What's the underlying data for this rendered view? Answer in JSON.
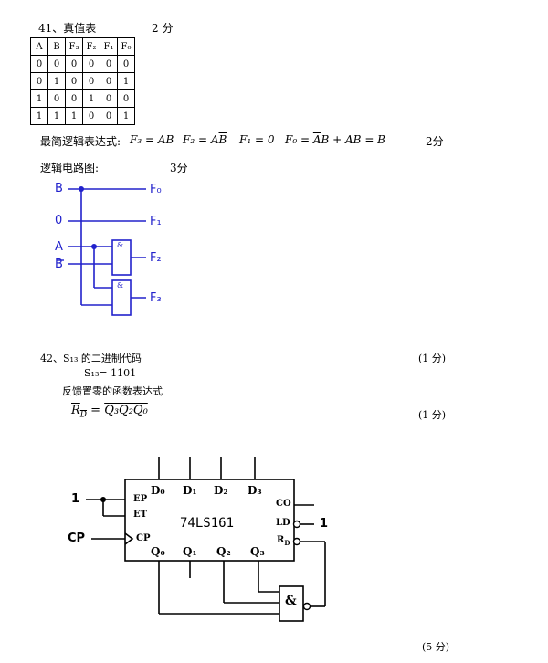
{
  "q41": {
    "title": "41、真值表",
    "score": "2 分",
    "table": {
      "headers": [
        "A",
        "B",
        "F₃",
        "F₂",
        "F₁",
        "F₀"
      ],
      "rows": [
        [
          "0",
          "0",
          "0",
          "0",
          "0",
          "0"
        ],
        [
          "0",
          "1",
          "0",
          "0",
          "0",
          "1"
        ],
        [
          "1",
          "0",
          "0",
          "1",
          "0",
          "0"
        ],
        [
          "1",
          "1",
          "1",
          "0",
          "0",
          "1"
        ]
      ]
    },
    "expr_label": "最简逻辑表达式:",
    "expr_f3": "F₃ = AB",
    "expr_f2_left": "F₂ = A",
    "expr_f2_over": "B",
    "expr_f1": "F₁ = 0",
    "expr_f0_left": "F₀ =",
    "expr_f0_over": "A",
    "expr_f0_right": "B + AB = B",
    "expr_score": "2分",
    "circuit_label": "逻辑电路图:",
    "circuit_score": "3分",
    "circuit": {
      "in_b": "B",
      "in_0": "0",
      "in_a": "A",
      "in_bbar": "B",
      "out_f0": "F₀",
      "out_f1": "F₁",
      "out_f2": "F₂",
      "out_f3": "F₃",
      "gate_symbol": "&"
    }
  },
  "q42": {
    "title": "42、S₁₃ 的二进制代码",
    "score1": "(1 分)",
    "code": "S₁₃= 1101",
    "feedback_label": "反馈置零的函数表达式",
    "rd_over": "R",
    "rd_sub": "D",
    "rd_rhs": "Q₃Q₂Q₀",
    "score2": "(1 分)",
    "chip": {
      "name": "74LS161",
      "d0": "D₀",
      "d1": "D₁",
      "d2": "D₂",
      "d3": "D₃",
      "ep": "EP",
      "et": "ET",
      "cp": "CP",
      "co": "CO",
      "ld": "LD",
      "rd": "R",
      "rd_sub": "D",
      "q0": "Q₀",
      "q1": "Q₁",
      "q2": "Q₂",
      "q3": "Q₃",
      "input_one": "1",
      "ld_one": "1",
      "cp_in": "CP",
      "gate_symbol": "&"
    },
    "score3": "(5 分)"
  }
}
